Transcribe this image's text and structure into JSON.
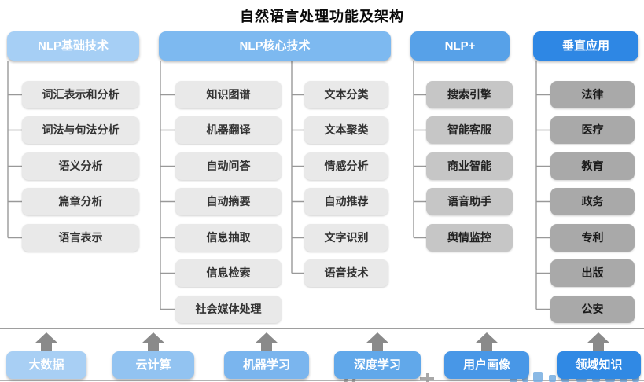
{
  "title": "自然语言处理功能及架构",
  "columns": [
    {
      "header": "NLP基础技术",
      "items": [
        "词汇表示和分析",
        "词法与句法分析",
        "语义分析",
        "篇章分析",
        "语言表示"
      ]
    },
    {
      "header": "NLP核心技术",
      "left": [
        "知识图谱",
        "机器翻译",
        "自动问答",
        "自动摘要",
        "信息抽取",
        "信息检索",
        "社会媒体处理"
      ],
      "right": [
        "文本分类",
        "文本聚类",
        "情感分析",
        "自动推荐",
        "文字识别",
        "语音技术"
      ]
    },
    {
      "header": "NLP+",
      "items": [
        "搜索引擎",
        "智能客服",
        "商业智能",
        "语音助手",
        "舆情监控"
      ]
    },
    {
      "header": "垂直应用",
      "items": [
        "法律",
        "医疗",
        "教育",
        "政务",
        "专利",
        "出版",
        "公安"
      ]
    }
  ],
  "foundation": [
    "大数据",
    "云计算",
    "机器学习",
    "深度学习",
    "用户画像",
    "领域知识"
  ],
  "colors": {
    "header_blues": [
      "#a6cff5",
      "#7db9f0",
      "#57a1e8",
      "#2e87e4"
    ],
    "item_light_gray": "#e9e9e9",
    "item_mid_gray": "#c6c6c6",
    "item_dark_gray": "#a9a9a9",
    "foundation_blues": [
      "#a8cff4",
      "#92c3f1",
      "#7ab5ee",
      "#61a8ea",
      "#4897e7",
      "#3089e4"
    ],
    "arrow_gray": "#8a8a8a",
    "line_gray": "#9e9e9e"
  }
}
